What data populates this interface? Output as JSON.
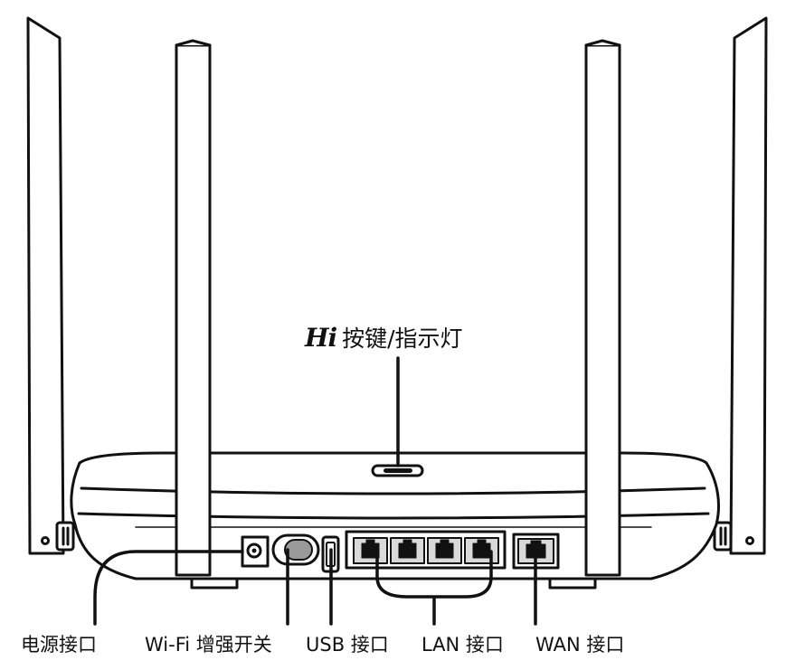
{
  "labels": {
    "hi_logo": "Hi",
    "hi_button": "按键/指示灯",
    "power_port": "电源接口",
    "wifi_boost": "Wi-Fi 增强开关",
    "usb_port": "USB 接口",
    "lan_port": "LAN 接口",
    "wan_port": "WAN 接口"
  },
  "lan_port_count": 4,
  "colors": {
    "line": "#111111",
    "body_fill": "#ffffff",
    "port_fill": "#d9d9d9",
    "switch_fill": "#9a9a9a"
  }
}
